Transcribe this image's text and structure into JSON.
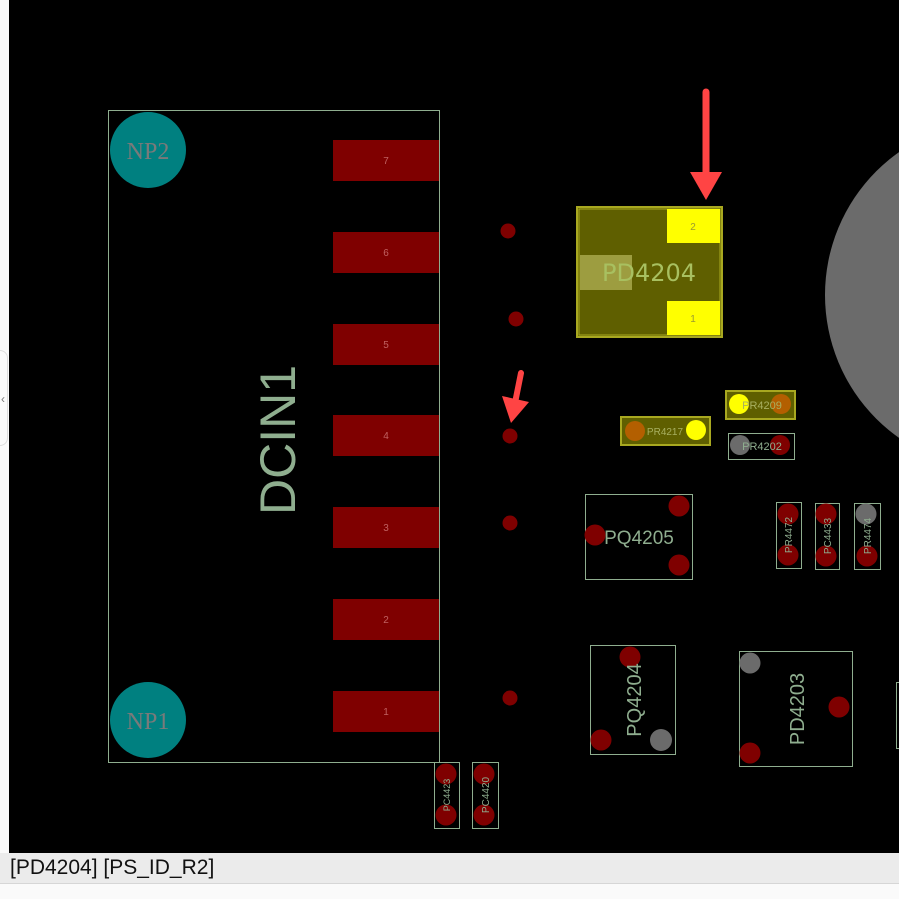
{
  "status_bar": {
    "text": "[PD4204] [PS_ID_R2]"
  },
  "colors": {
    "background": "#000000",
    "pad": "#7f0000",
    "np_hole": "#008080",
    "highlight": "#5f5f00",
    "highlight_pad": "#ffff00",
    "arrow": "#ff4444",
    "silkscreen": "#8fae8f",
    "unconnected": "#6b6b6b"
  },
  "components": {
    "dcin1": {
      "ref": "DCIN1",
      "pins": [
        "7",
        "6",
        "5",
        "4",
        "3",
        "2",
        "1"
      ],
      "np2": "NP2",
      "np1": "NP1"
    },
    "pd4204": {
      "ref": "PD4204",
      "pin2": "2",
      "pin1": "1"
    },
    "pr4209": {
      "ref": "PR4209"
    },
    "pr4217": {
      "ref": "PR4217"
    },
    "pr4202": {
      "ref": "PR4202"
    },
    "pq4205": {
      "ref": "PQ4205"
    },
    "pr4472": {
      "ref": "PR4472"
    },
    "pc4433": {
      "ref": "PC4433"
    },
    "pr4474": {
      "ref": "PR4474"
    },
    "pq4204": {
      "ref": "PQ4204"
    },
    "pd4203": {
      "ref": "PD4203"
    },
    "pc4423": {
      "ref": "PC4423"
    },
    "pc4420": {
      "ref": "PC4420"
    }
  }
}
